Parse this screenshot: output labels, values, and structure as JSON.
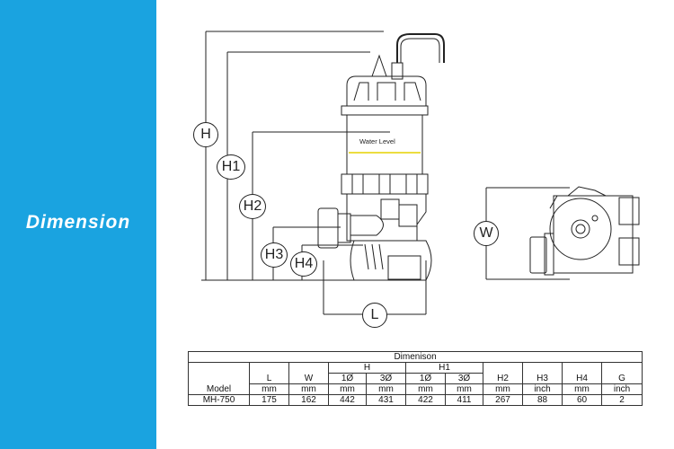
{
  "colors": {
    "accent": "#1aa3e0"
  },
  "side": {
    "title": "Dimension"
  },
  "drawing": {
    "labels": {
      "H": "H",
      "H1": "H1",
      "H2": "H2",
      "H3": "H3",
      "H4": "H4",
      "L": "L",
      "W": "W"
    },
    "water_level": "Water Level"
  },
  "table": {
    "title": "Dimenison",
    "groups": {
      "H": "H",
      "H1": "H1"
    },
    "headers": [
      "L",
      "W",
      "1Ø",
      "3Ø",
      "1Ø",
      "3Ø",
      "H2",
      "H3",
      "H4",
      "G"
    ],
    "units_label": "Model",
    "units": [
      "mm",
      "mm",
      "mm",
      "mm",
      "mm",
      "mm",
      "mm",
      "inch",
      "mm",
      "inch"
    ],
    "rows": [
      {
        "model": "MH-750",
        "values": [
          "175",
          "162",
          "442",
          "431",
          "422",
          "411",
          "267",
          "88",
          "60",
          "2"
        ]
      }
    ]
  }
}
